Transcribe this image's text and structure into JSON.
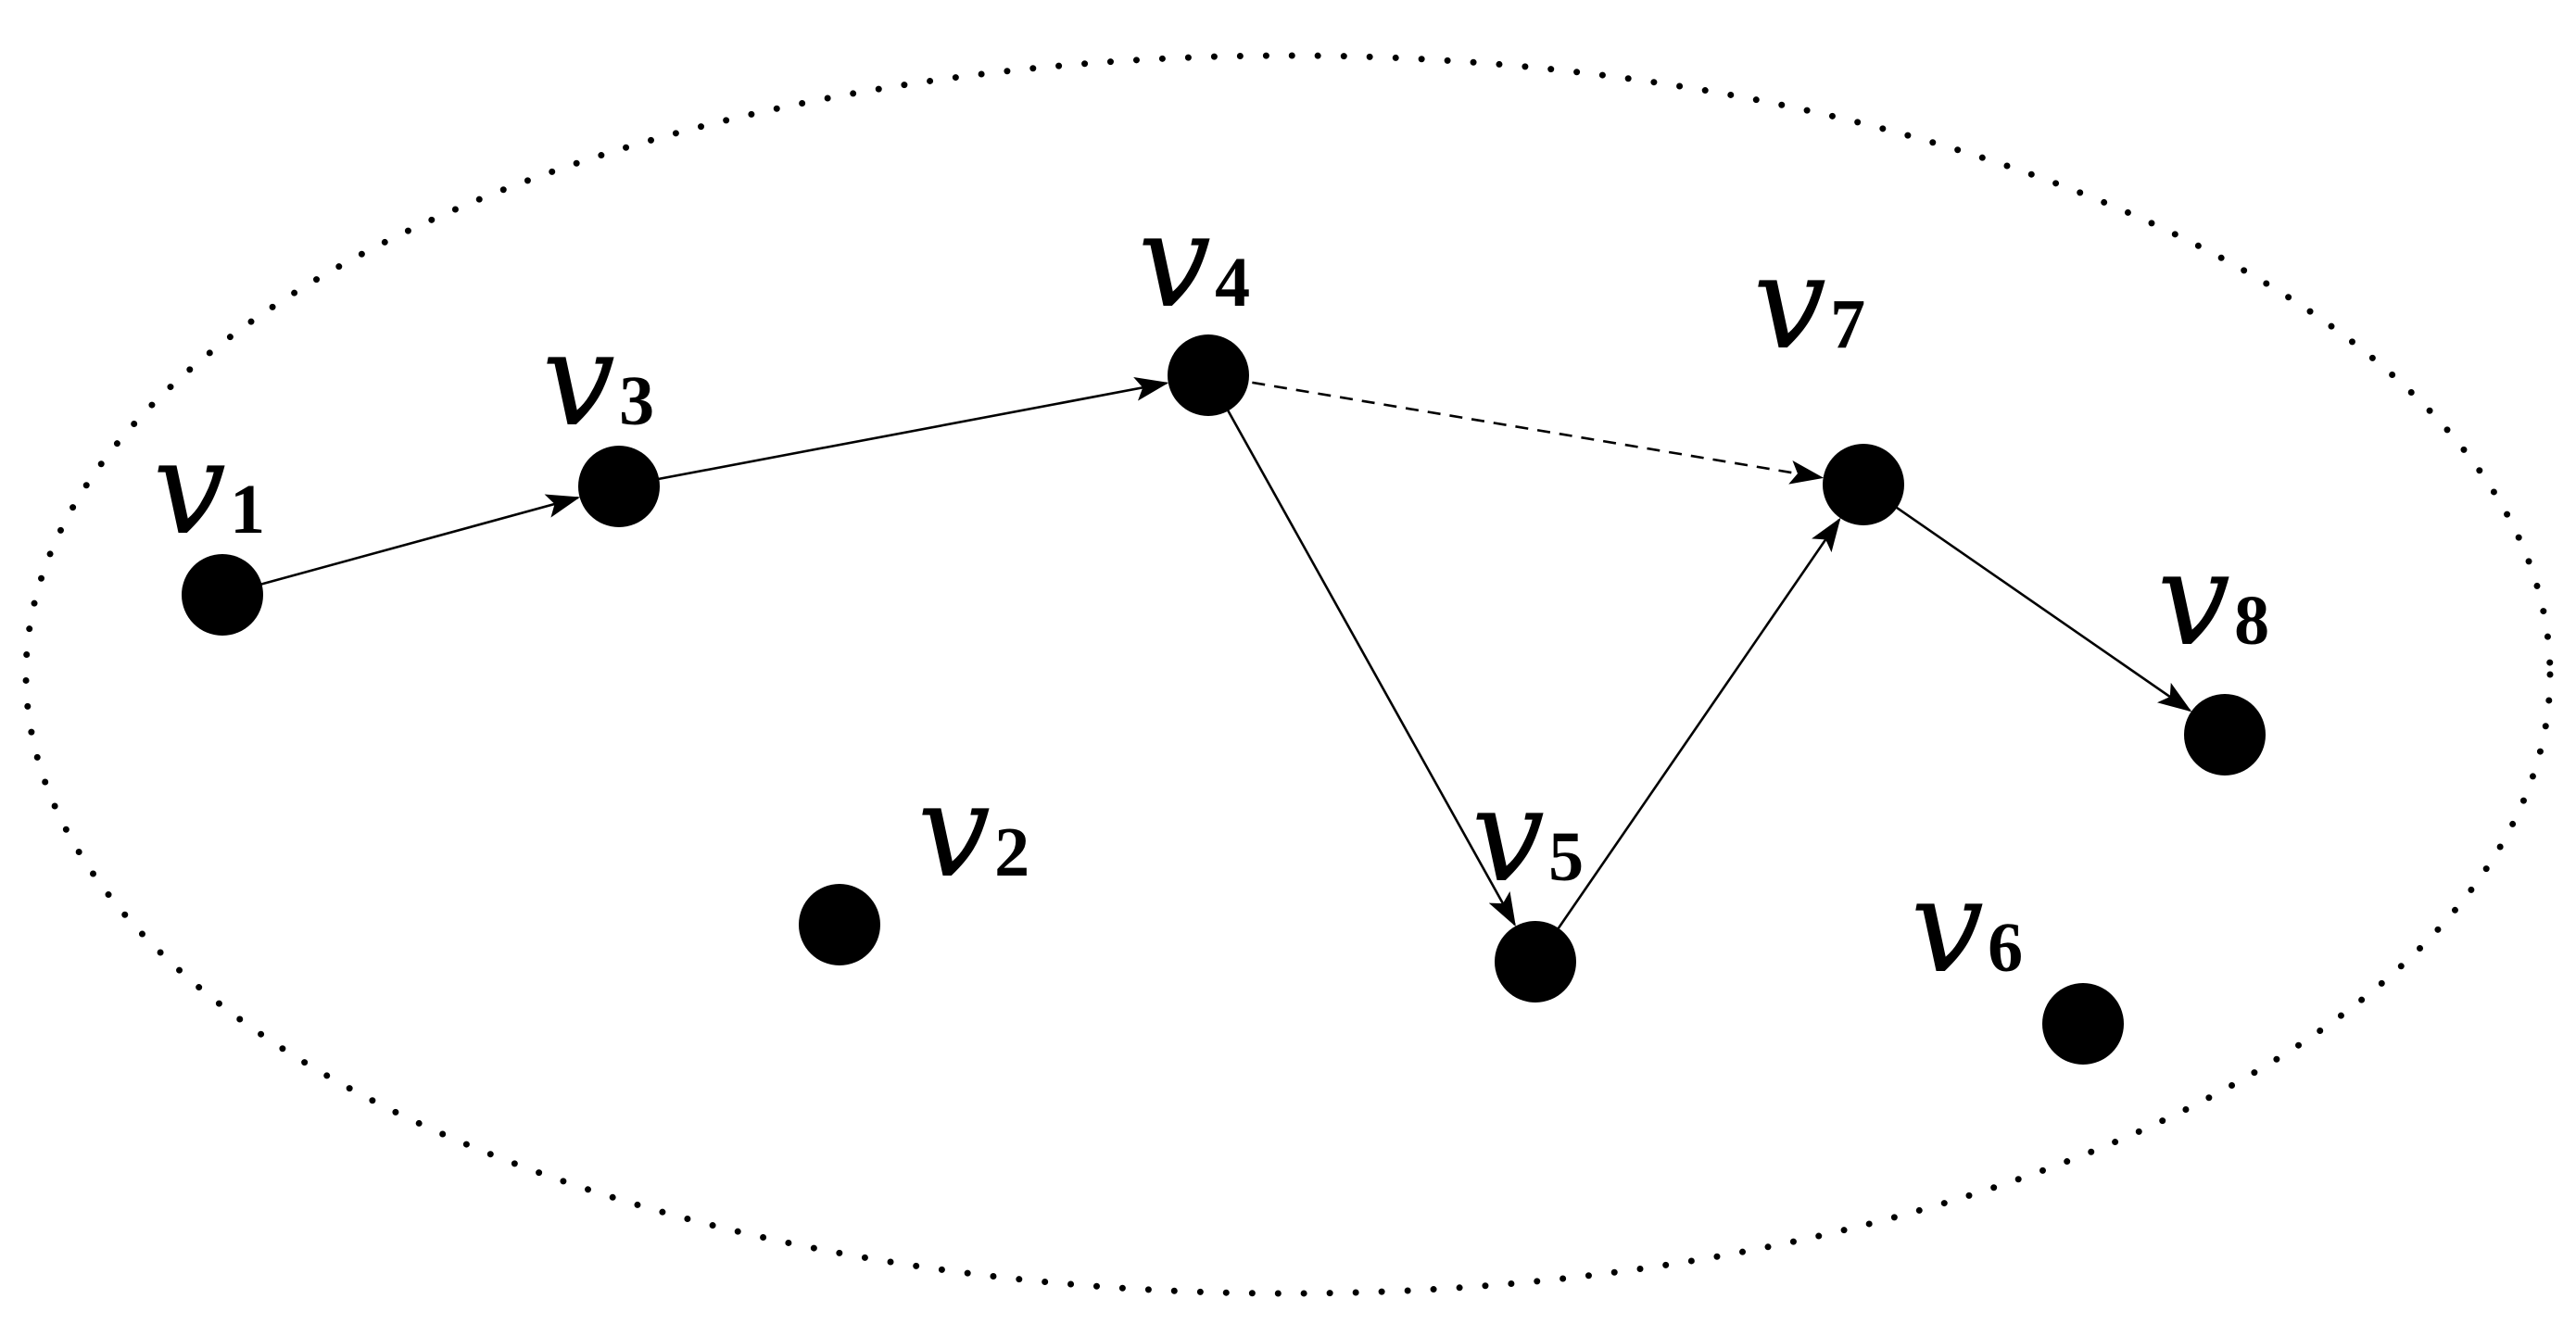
{
  "diagram": {
    "colors": {
      "ink": "#000000",
      "background": "#ffffff"
    },
    "boundary": {
      "style": "dotted ellipse"
    },
    "nodes": [
      {
        "id": "v1",
        "letter": "v",
        "sub": "1"
      },
      {
        "id": "v2",
        "letter": "v",
        "sub": "2"
      },
      {
        "id": "v3",
        "letter": "v",
        "sub": "3"
      },
      {
        "id": "v4",
        "letter": "v",
        "sub": "4"
      },
      {
        "id": "v5",
        "letter": "v",
        "sub": "5"
      },
      {
        "id": "v6",
        "letter": "v",
        "sub": "6"
      },
      {
        "id": "v7",
        "letter": "v",
        "sub": "7"
      },
      {
        "id": "v8",
        "letter": "v",
        "sub": "8"
      }
    ],
    "edges": [
      {
        "from": "v1",
        "to": "v3",
        "style": "solid"
      },
      {
        "from": "v3",
        "to": "v4",
        "style": "solid"
      },
      {
        "from": "v4",
        "to": "v7",
        "style": "dashed"
      },
      {
        "from": "v4",
        "to": "v5",
        "style": "solid"
      },
      {
        "from": "v5",
        "to": "v7",
        "style": "solid"
      },
      {
        "from": "v7",
        "to": "v8",
        "style": "solid"
      }
    ]
  }
}
